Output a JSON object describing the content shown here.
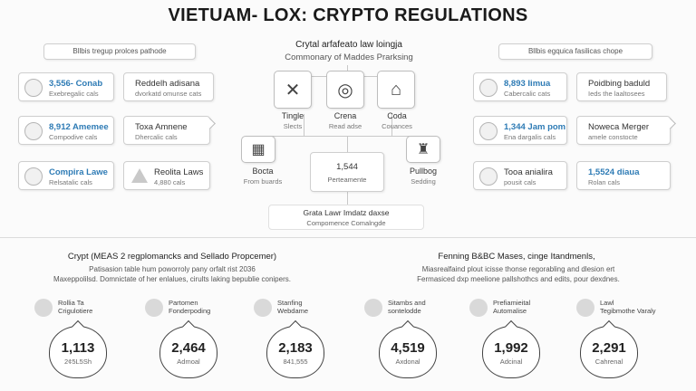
{
  "title": "VIETUAM- LOX: CRYPTO REGULATIONS",
  "left_panel": {
    "header": "Bllbis tregup prolces pathode",
    "cards": [
      {
        "l1": "3,556- Conab",
        "l2": "Exebregalic cals",
        "icon": "circle-icon",
        "blue": true
      },
      {
        "l1": "Reddelh adisana",
        "l2": "dvorkatd omunse cats",
        "icon": "",
        "blue": false
      },
      {
        "l1": "8,912 Amemee",
        "l2": "Compodive cals",
        "icon": "circle-icon",
        "blue": true
      },
      {
        "l1": "Toxa Amnene",
        "l2": "Dhercalic cals",
        "icon": "",
        "blue": false
      },
      {
        "l1": "Compira Lawe",
        "l2": "Relsatalic cals",
        "icon": "circle-icon",
        "blue": true
      },
      {
        "l1": "Reolita Laws",
        "l2": "4,880 cals",
        "icon": "warning-icon",
        "blue": false
      }
    ]
  },
  "center": {
    "header": "Crytal arfafeato law loingja",
    "subheader": "Commonary of Maddes Prarksing",
    "nodes": [
      {
        "glyph": "✕",
        "label": "Tingle",
        "sub": "Slects",
        "icon": "cross-icon"
      },
      {
        "glyph": "◎",
        "label": "Crena",
        "sub": "Read adse",
        "icon": "globe-icon"
      },
      {
        "glyph": "⌂",
        "label": "Coda",
        "sub": "Couances",
        "icon": "house-icon"
      },
      {
        "glyph": "▦",
        "label": "Bocta",
        "sub": "From buards",
        "icon": "calendar-icon"
      },
      {
        "glyph": "",
        "label": "1,544",
        "sub": "Perteamente",
        "icon": ""
      },
      {
        "glyph": "♜",
        "label": "Pullbog",
        "sub": "Sedding",
        "icon": "tower-icon"
      }
    ],
    "footer1": "Grata Lawr Imdatz daxse",
    "footer2": "Compomence Comalngde"
  },
  "right_panel": {
    "header": "Bllbis egquica fasilicas chope",
    "cards": [
      {
        "l1": "8,893 Iimua",
        "l2": "Cabercalic cats",
        "icon": "circle-icon",
        "blue": true
      },
      {
        "l1": "Poidbing baduld",
        "l2": "Ieds the laaltosees",
        "icon": "",
        "blue": false
      },
      {
        "l1": "1,344 Jam pom",
        "l2": "Ena dargalis cals",
        "icon": "circle-icon",
        "blue": true
      },
      {
        "l1": "Noweca Merger",
        "l2": "amele constocte",
        "icon": "",
        "blue": false
      },
      {
        "l1": "Tooa anialira",
        "l2": "pousit cals",
        "icon": "circle-icon",
        "blue": false
      },
      {
        "l1": "1,5524 diaua",
        "l2": "Rolan cals",
        "icon": "",
        "blue": true
      }
    ]
  },
  "bottom_left": {
    "title": "Crypt (MEAS 2 regplomancks and Sellado Propcemer)",
    "desc1": "Patisasion table hum poworroly pany orfalt rist 2036",
    "desc2": "Maxeppolilsd. Domnictate of her enlalues, cirults laking bepublie conipers.",
    "items": [
      {
        "label": "Rollia Ta\nCrigulotiere",
        "value": "1,113",
        "caption": "2¢5L5Sh"
      },
      {
        "label": "Partomen\nFonderpoding",
        "value": "2,464",
        "caption": "Admoal"
      },
      {
        "label": "Stanfing\nWebdame",
        "value": "2,183",
        "caption": "841,555"
      }
    ]
  },
  "bottom_right": {
    "title": "Fenning B&BC Mases, cinge Itandmenls,",
    "desc1": "Miasrealfaind plout icisse thonse regorabling and dlesion ert",
    "desc2": "Fermasiced dxp meelione pallshothcs and edits, pour dexdnes.",
    "items": [
      {
        "label": "Sitambs and\nsontelodde",
        "value": "4,519",
        "caption": "Axdonal"
      },
      {
        "label": "Prefiamieital\nAutomalise",
        "value": "1,992",
        "caption": "Adcinal"
      },
      {
        "label": "Lawl\nTegibmothe Varaly",
        "value": "2,291",
        "caption": "Cahrenal"
      }
    ]
  }
}
